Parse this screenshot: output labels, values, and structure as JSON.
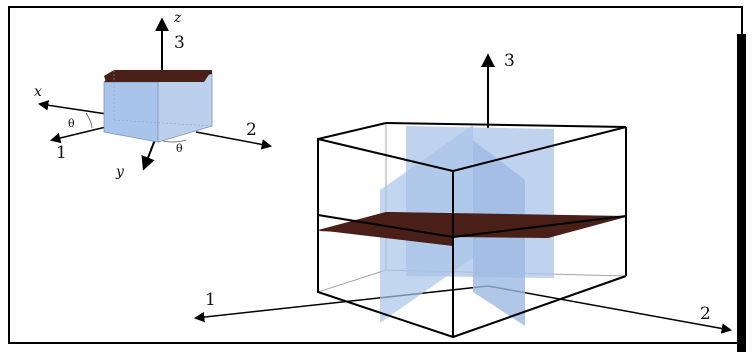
{
  "small_cube": {
    "axis_labels": {
      "z": "z",
      "three": "3",
      "x": "x",
      "one": "1",
      "two": "2",
      "y": "y",
      "theta_left": "θ",
      "theta_bottom": "θ"
    }
  },
  "large_cube": {
    "axis_labels": {
      "three": "3",
      "one": "1",
      "two": "2"
    }
  },
  "colors": {
    "plane_blue": "#a9c4ea",
    "plane_brown": "#4a1f18",
    "line": "#000000",
    "background": "#ffffff"
  }
}
